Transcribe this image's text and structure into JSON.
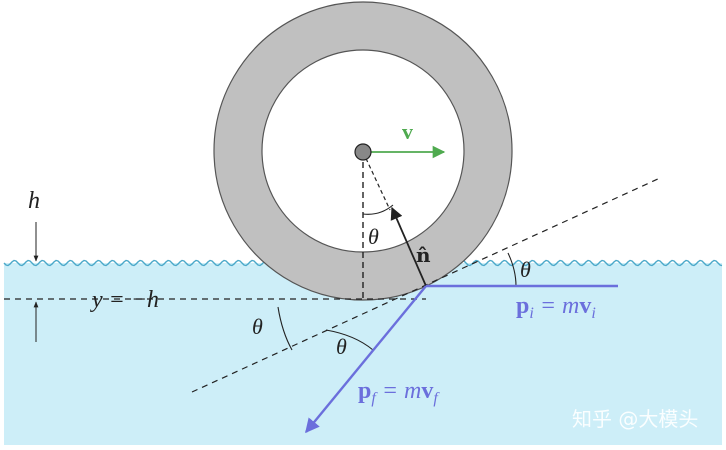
{
  "labels": {
    "h": "h",
    "y_eq": "y = −h",
    "v": "v",
    "n_hat": "n̂",
    "theta": "θ",
    "p_i_bold": "p",
    "p_i_sub": "i",
    "p_i_eq": " = m",
    "p_i_v": "v",
    "p_i_vsub": "i",
    "p_f_bold": "p",
    "p_f_sub": "f",
    "p_f_eq": " = m",
    "p_f_v": "v",
    "p_f_vsub": "f"
  },
  "watermark": "知乎 @大模头",
  "colors": {
    "water": "#cdeef8",
    "wave": "#4aa8c9",
    "ring": "#c0c0c0",
    "ring_stroke": "#555555",
    "momentum": "#6b6fdc",
    "velocity": "#4faa4f",
    "ink": "#222222"
  }
}
